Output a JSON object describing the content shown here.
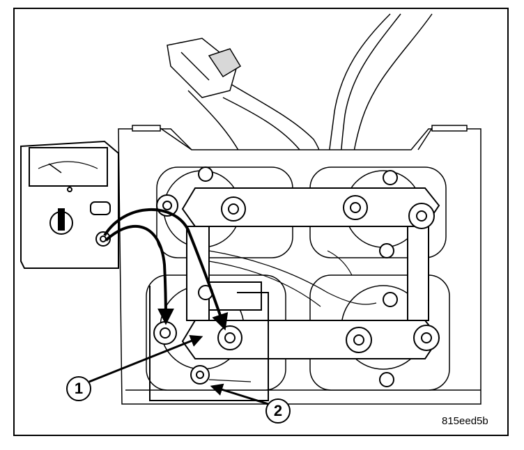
{
  "figure": {
    "reference_code": "815eed5b",
    "callouts": [
      "1",
      "2"
    ]
  },
  "colors": {
    "ink": "#000000",
    "paper": "#ffffff",
    "shade": "#d8d8d8"
  }
}
